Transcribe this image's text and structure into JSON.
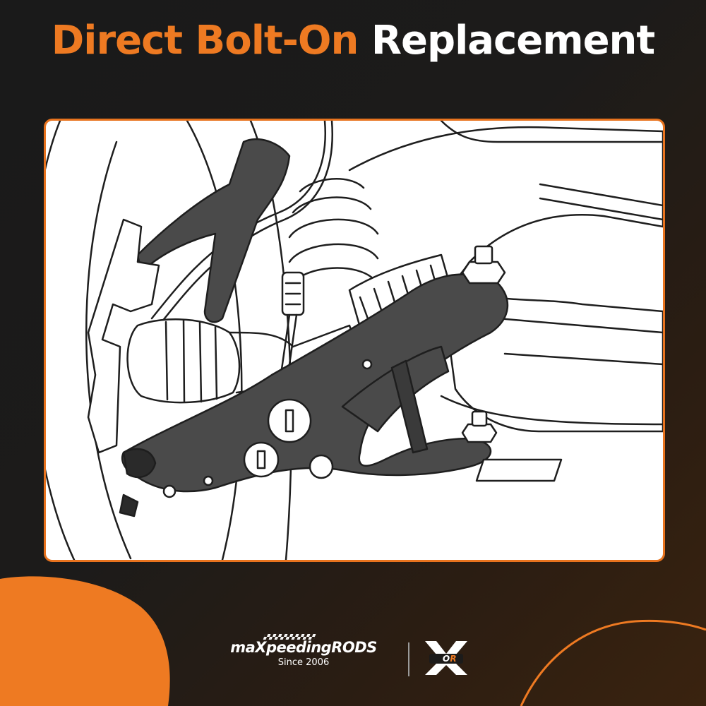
{
  "headline": {
    "accent_text": "Direct Bolt-On",
    "plain_text": "Replacement"
  },
  "illustration": {
    "subject": "front-suspension-lower-control-arm"
  },
  "brand": {
    "name": "maXpeedingRODS",
    "tagline": "Since 2006",
    "mark_icon": "xr-logo-icon"
  },
  "colors": {
    "accent": "#ee7a22",
    "frame_border": "#e8731e",
    "background": "#1c1b1a",
    "arm_fill": "#4a4a4a"
  }
}
